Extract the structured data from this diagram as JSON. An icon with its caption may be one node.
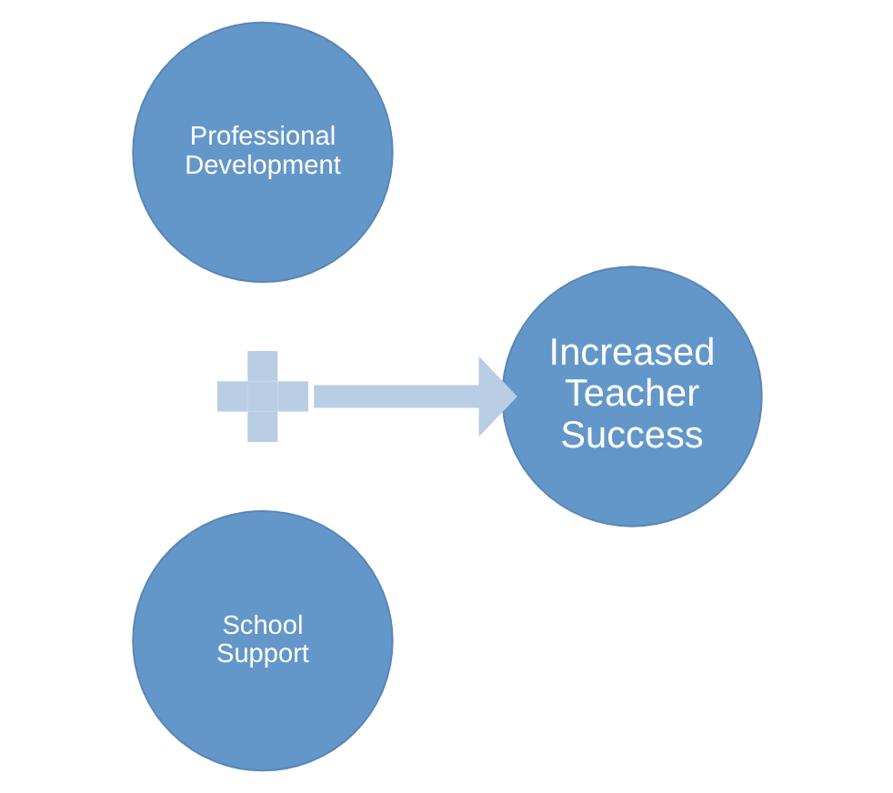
{
  "diagram": {
    "nodes": [
      {
        "text": [
          "Professional Development"
        ]
      },
      {
        "text": [
          "School Support"
        ]
      },
      {
        "text": [
          "Increased Teacher Success"
        ]
      },
      {
        "text": [],
        "shape": "plus"
      }
    ],
    "edges": [
      {
        "from": 3,
        "to": 2,
        "arrow": "to"
      }
    ]
  }
}
